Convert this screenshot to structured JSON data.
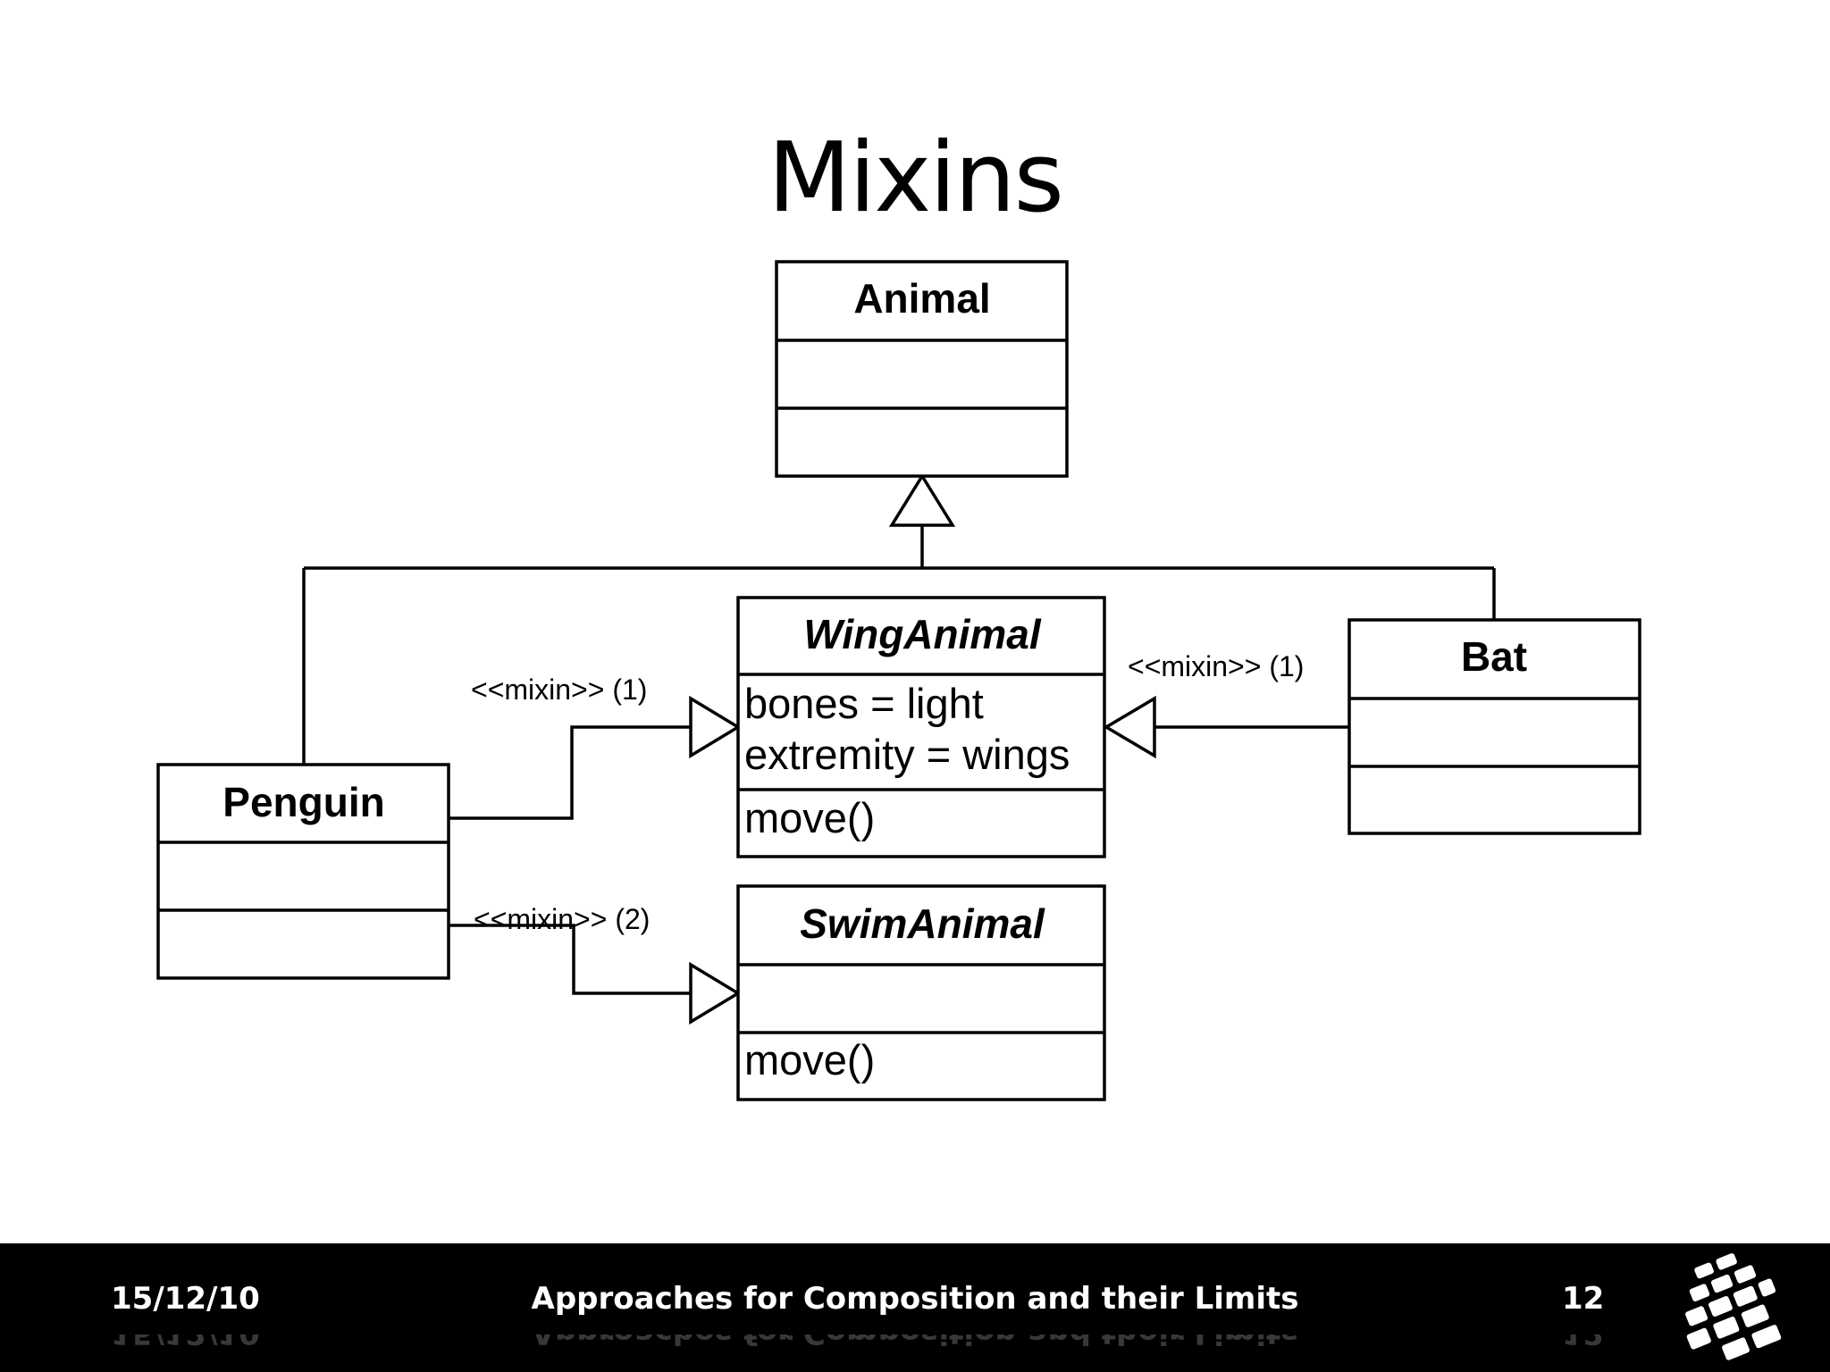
{
  "slide": {
    "title": "Mixins"
  },
  "diagram": {
    "classes": {
      "animal": {
        "name": "Animal"
      },
      "wing_animal": {
        "name": "WingAnimal",
        "attributes": [
          "bones = light",
          "extremity = wings"
        ],
        "methods": [
          "move()"
        ]
      },
      "swim_animal": {
        "name": "SwimAnimal",
        "methods": [
          "move()"
        ]
      },
      "penguin": {
        "name": "Penguin"
      },
      "bat": {
        "name": "Bat"
      }
    },
    "relations": {
      "penguin_wing": "<<mixin>> (1)",
      "bat_wing": "<<mixin>> (1)",
      "penguin_swim": "<<mixin>> (2)"
    }
  },
  "footer": {
    "date": "15/12/10",
    "title": "Approaches for Composition and their Limits",
    "page": "12"
  }
}
